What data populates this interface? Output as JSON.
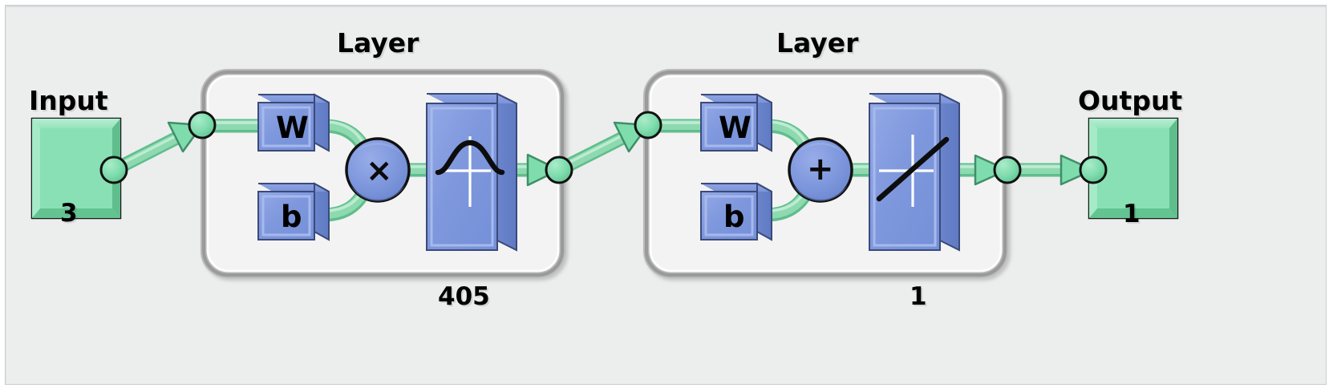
{
  "diagram": {
    "type": "neural-network-architecture",
    "background_color": "#eceded",
    "frame_border_color": "#c9ccd0",
    "input": {
      "title": "Input",
      "size": "3",
      "color": "#7ddcae"
    },
    "output": {
      "title": "Output",
      "size": "1",
      "color": "#7ddcae"
    },
    "layers": [
      {
        "title": "Layer",
        "size": "405",
        "weight_label": "W",
        "bias_label": "b",
        "operation": "×",
        "operation_name": "multiply",
        "transfer_function": "radial-basis",
        "block_color": "#7f98dd"
      },
      {
        "title": "Layer",
        "size": "1",
        "weight_label": "W",
        "bias_label": "b",
        "operation": "+",
        "operation_name": "sum",
        "transfer_function": "linear",
        "block_color": "#7f98dd"
      }
    ],
    "connection_color": "#86d6a9",
    "node_color": "#7ddcae"
  }
}
